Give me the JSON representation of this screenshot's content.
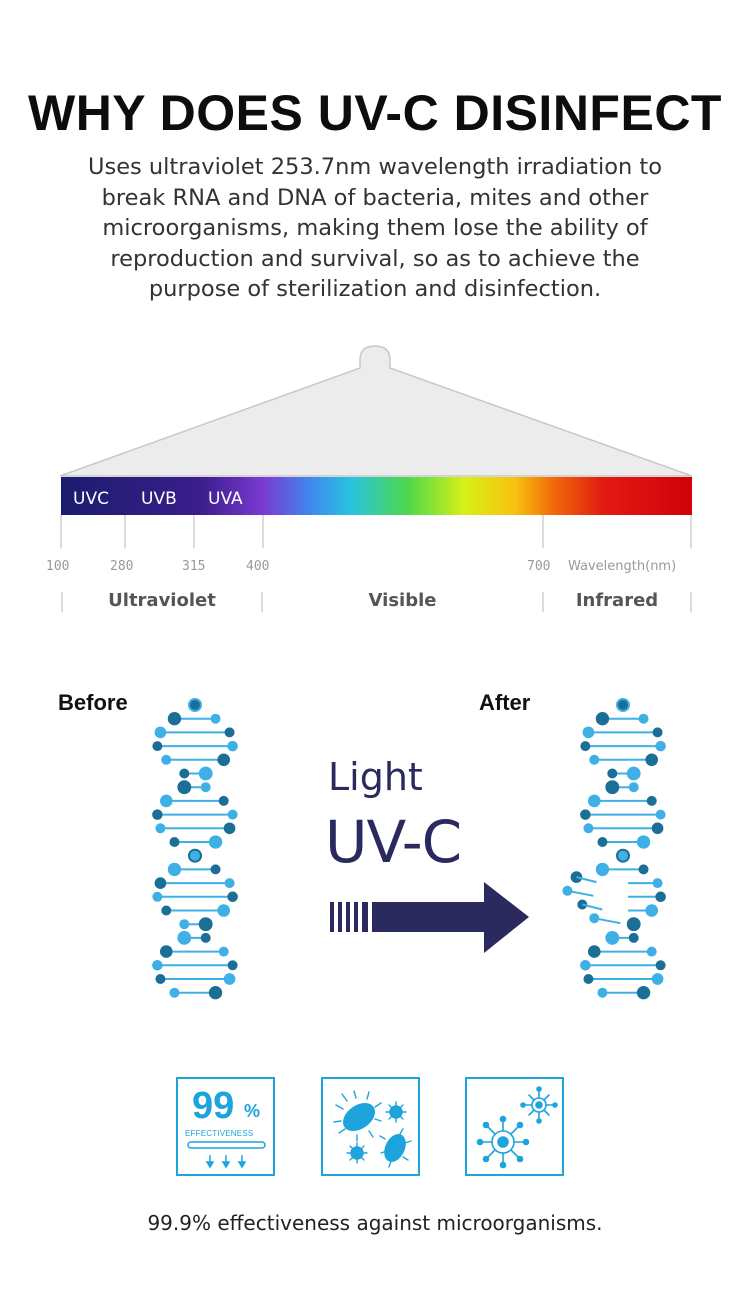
{
  "header": {
    "title": "WHY DOES UV-C DISINFECT",
    "intro_lines": [
      "Uses ultraviolet 253.7nm wavelength irradiation to",
      "break RNA and DNA of bacteria, mites and other",
      "microorganisms, making them lose the ability of",
      "reproduction and survival, so as to achieve the",
      "purpose of sterilization and disinfection."
    ]
  },
  "spectrum": {
    "bands": [
      "UVC",
      "UVB",
      "UVA"
    ],
    "ticks": [
      "100",
      "280",
      "315",
      "400",
      "700"
    ],
    "unit_label": "Wavelength(nm)",
    "regions": [
      "Ultraviolet",
      "Visible",
      "Infrared"
    ]
  },
  "process": {
    "before_label": "Before",
    "after_label": "After",
    "light_label": "Light",
    "uvc_label": "UV-C"
  },
  "features": {
    "effectiveness_number": "99",
    "effectiveness_percent": "%",
    "effectiveness_word": "EFFECTIVENESS",
    "icons": [
      "effectiveness-icon",
      "bacteria-icon",
      "virus-icon"
    ]
  },
  "caption": "99.9% effectiveness against microorganisms.",
  "colors": {
    "navy": "#2a2a5e",
    "accent_blue": "#1ea4dc",
    "dna_dark": "#1b6f96",
    "dna_light": "#3fb0e6"
  }
}
